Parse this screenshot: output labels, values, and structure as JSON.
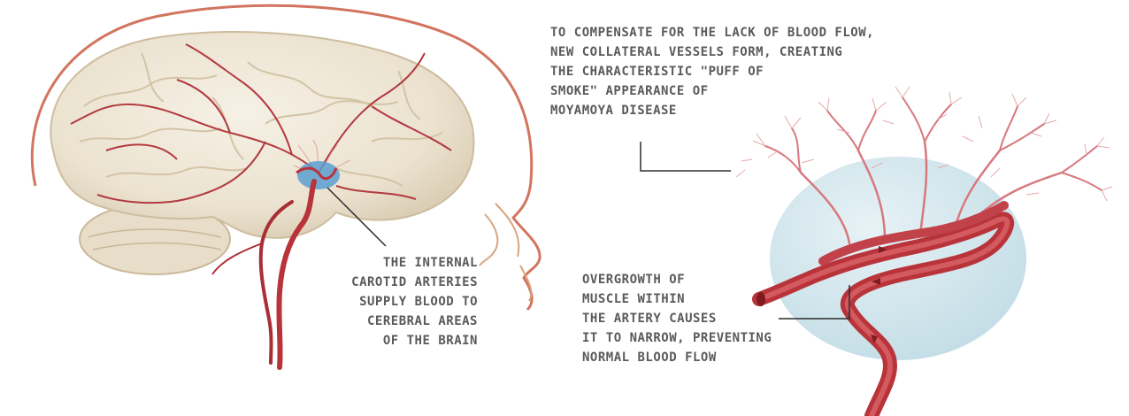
{
  "colors": {
    "artery": "#b9333a",
    "artery_light": "#d96468",
    "vessel_thin": "#c9565e",
    "vessel_fine": "#e2a0a3",
    "brain": "#efe7d7",
    "brain_shadow": "#d8cbb4",
    "head_outline": "#d27560",
    "bubble": "#cfe6ee",
    "highlight": "#5b9fd0",
    "text": "#5a5a5a",
    "leader": "#2b2b2b"
  },
  "labels": {
    "carotid": {
      "lines": [
        "THE INTERNAL",
        "CAROTID ARTERIES",
        "SUPPLY BLOOD TO",
        "CEREBRAL AREAS",
        "OF THE BRAIN"
      ]
    },
    "collateral": {
      "lines": [
        "TO COMPENSATE FOR THE LACK OF BLOOD FLOW,",
        "NEW COLLATERAL VESSELS FORM, CREATING",
        "THE CHARACTERISTIC \"PUFF OF",
        "SMOKE\" APPEARANCE OF",
        "MOYAMOYA DISEASE"
      ]
    },
    "overgrowth": {
      "lines": [
        "OVERGROWTH OF",
        "MUSCLE WITHIN",
        "THE ARTERY CAUSES",
        "IT TO NARROW, PREVENTING",
        "NORMAL BLOOD FLOW"
      ]
    }
  }
}
